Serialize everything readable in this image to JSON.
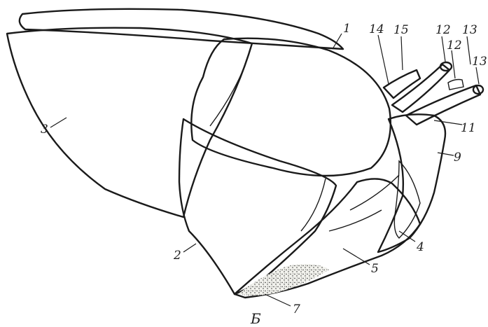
{
  "figure": {
    "caption": "Б",
    "labels": {
      "l1": "1",
      "l2": "2",
      "l3": "3",
      "l4": "4",
      "l5": "5",
      "l7": "7",
      "l9": "9",
      "l11": "11",
      "l12a": "12",
      "l12b": "12",
      "l13a": "13",
      "l13b": "13",
      "l14": "14",
      "l15": "15"
    },
    "colors": {
      "ink": "#1a1a1a",
      "paper": "#ffffff"
    }
  }
}
